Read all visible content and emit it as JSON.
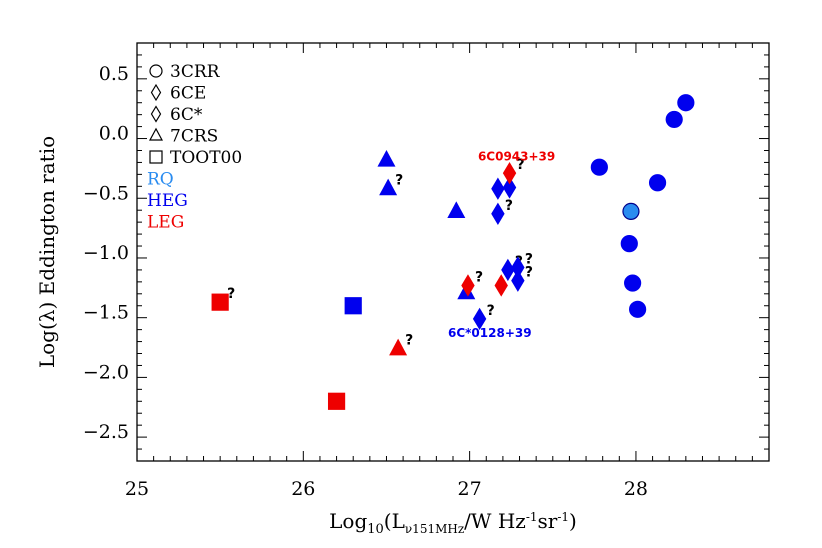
{
  "chart_data": {
    "type": "scatter",
    "xlim": [
      25.0,
      28.8
    ],
    "ylim": [
      -2.75,
      0.75
    ],
    "x_ticks": [
      "25",
      "26",
      "27",
      "28"
    ],
    "y_ticks": [
      "0.5",
      "0.0",
      "-0.5",
      "-1.0",
      "-1.5",
      "-2.0",
      "-2.5"
    ],
    "legend": {
      "markers": [
        {
          "shape": "circle",
          "label": "3CRR"
        },
        {
          "shape": "diamond",
          "label": "6CE"
        },
        {
          "shape": "diamond",
          "label": "6C*"
        },
        {
          "shape": "triangle",
          "label": "7CRS"
        },
        {
          "shape": "square",
          "label": "TOOT00"
        }
      ],
      "classes": [
        {
          "label": "RQ",
          "color": "#2a8cf0"
        },
        {
          "label": "HEG",
          "color": "#0000ee"
        },
        {
          "label": "LEG",
          "color": "#ee0000"
        }
      ]
    },
    "colors": {
      "RQ": "#2a8cf0",
      "HEG": "#0000ee",
      "LEG": "#ee0000"
    },
    "points": [
      {
        "x": 25.5,
        "y": -1.42,
        "shape": "square",
        "cls": "LEG",
        "q": true
      },
      {
        "x": 26.2,
        "y": -2.25,
        "shape": "square",
        "cls": "LEG",
        "q": false
      },
      {
        "x": 26.3,
        "y": -1.45,
        "shape": "square",
        "cls": "HEG",
        "q": false
      },
      {
        "x": 26.5,
        "y": -0.23,
        "shape": "triangle",
        "cls": "HEG",
        "q": false
      },
      {
        "x": 26.51,
        "y": -0.47,
        "shape": "triangle",
        "cls": "HEG",
        "q": true
      },
      {
        "x": 26.57,
        "y": -1.81,
        "shape": "triangle",
        "cls": "LEG",
        "q": true
      },
      {
        "x": 26.92,
        "y": -0.66,
        "shape": "triangle",
        "cls": "HEG",
        "q": false
      },
      {
        "x": 26.98,
        "y": -1.34,
        "shape": "triangle",
        "cls": "HEG",
        "q": false
      },
      {
        "x": 26.99,
        "y": -1.28,
        "shape": "diamond",
        "cls": "LEG",
        "q": true
      },
      {
        "x": 27.06,
        "y": -1.56,
        "shape": "diamond",
        "cls": "HEG",
        "q": true
      },
      {
        "x": 27.17,
        "y": -0.47,
        "shape": "diamond",
        "cls": "HEG",
        "q": false
      },
      {
        "x": 27.24,
        "y": -0.46,
        "shape": "diamond",
        "cls": "HEG",
        "q": false
      },
      {
        "x": 27.17,
        "y": -0.68,
        "shape": "diamond",
        "cls": "HEG",
        "q": true
      },
      {
        "x": 27.24,
        "y": -0.34,
        "shape": "diamond",
        "cls": "LEG",
        "q": true
      },
      {
        "x": 27.19,
        "y": -1.28,
        "shape": "diamond",
        "cls": "LEG",
        "q": false
      },
      {
        "x": 27.23,
        "y": -1.15,
        "shape": "diamond",
        "cls": "HEG",
        "q": true
      },
      {
        "x": 27.29,
        "y": -1.13,
        "shape": "diamond",
        "cls": "HEG",
        "q": true
      },
      {
        "x": 27.29,
        "y": -1.24,
        "shape": "diamond",
        "cls": "HEG",
        "q": true
      },
      {
        "x": 27.78,
        "y": -0.29,
        "shape": "circle",
        "cls": "HEG",
        "q": false
      },
      {
        "x": 27.96,
        "y": -0.93,
        "shape": "circle",
        "cls": "HEG",
        "q": false
      },
      {
        "x": 27.98,
        "y": -1.26,
        "shape": "circle",
        "cls": "HEG",
        "q": false
      },
      {
        "x": 28.01,
        "y": -1.48,
        "shape": "circle",
        "cls": "HEG",
        "q": false
      },
      {
        "x": 27.97,
        "y": -0.66,
        "shape": "circle",
        "cls": "RQ",
        "q": false
      },
      {
        "x": 28.13,
        "y": -0.42,
        "shape": "circle",
        "cls": "HEG",
        "q": false
      },
      {
        "x": 28.23,
        "y": 0.11,
        "shape": "circle",
        "cls": "HEG",
        "q": false
      },
      {
        "x": 28.3,
        "y": 0.25,
        "shape": "circle",
        "cls": "HEG",
        "q": false
      }
    ],
    "annotations": [
      {
        "text": "6C0943+39",
        "x": 27.05,
        "y": -0.2,
        "cls": "LEG"
      },
      {
        "text": "6C*0128+39",
        "x": 26.87,
        "y": -1.68,
        "cls": "HEG"
      }
    ],
    "qmark_text": "?"
  }
}
